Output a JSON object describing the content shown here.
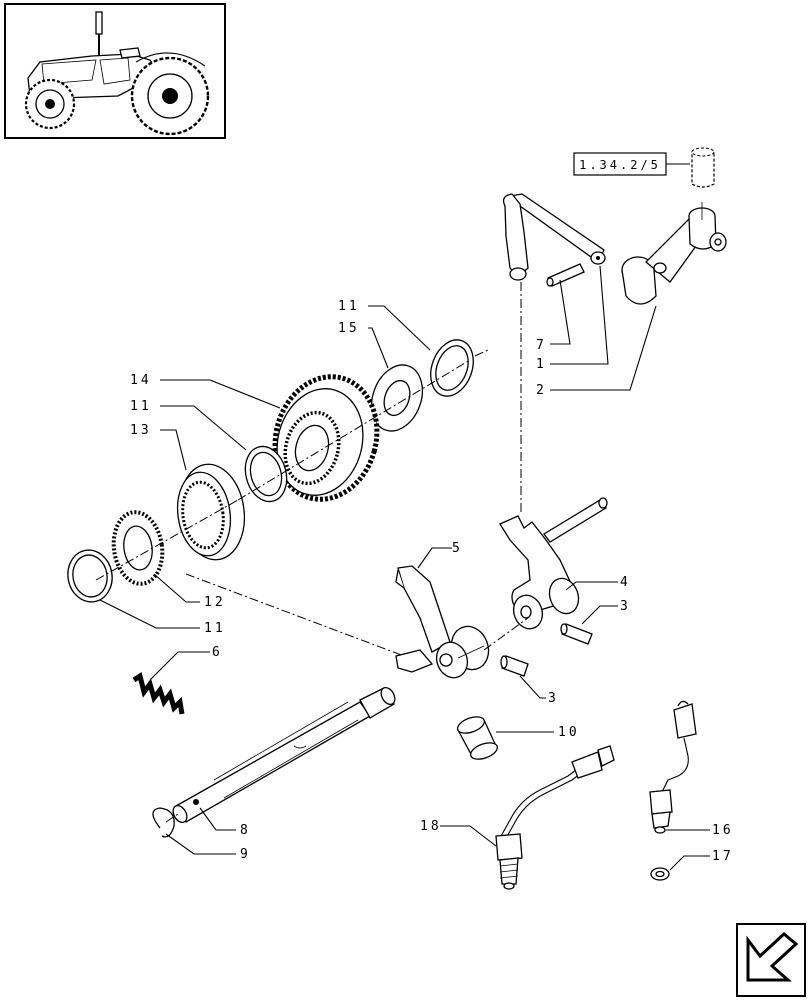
{
  "reference": {
    "text": "1.34.2/5"
  },
  "callouts": [
    {
      "id": "c1",
      "text": "1"
    },
    {
      "id": "c2",
      "text": "2"
    },
    {
      "id": "c3a",
      "text": "3"
    },
    {
      "id": "c3b",
      "text": "3"
    },
    {
      "id": "c4",
      "text": "4"
    },
    {
      "id": "c5",
      "text": "5"
    },
    {
      "id": "c6",
      "text": "6"
    },
    {
      "id": "c7",
      "text": "7"
    },
    {
      "id": "c8",
      "text": "8"
    },
    {
      "id": "c9",
      "text": "9"
    },
    {
      "id": "c10",
      "text": "10"
    },
    {
      "id": "c11a",
      "text": "11"
    },
    {
      "id": "c11b",
      "text": "11"
    },
    {
      "id": "c11c",
      "text": "11"
    },
    {
      "id": "c12",
      "text": "12"
    },
    {
      "id": "c13",
      "text": "13"
    },
    {
      "id": "c14",
      "text": "14"
    },
    {
      "id": "c15",
      "text": "15"
    },
    {
      "id": "c16",
      "text": "16"
    },
    {
      "id": "c17",
      "text": "17"
    },
    {
      "id": "c18",
      "text": "18"
    }
  ],
  "icons": {
    "thumbnail": "tractor-thumbnail-icon",
    "nav": "previous-page-arrow-icon",
    "ref_shape": "pin-symbol-icon"
  }
}
